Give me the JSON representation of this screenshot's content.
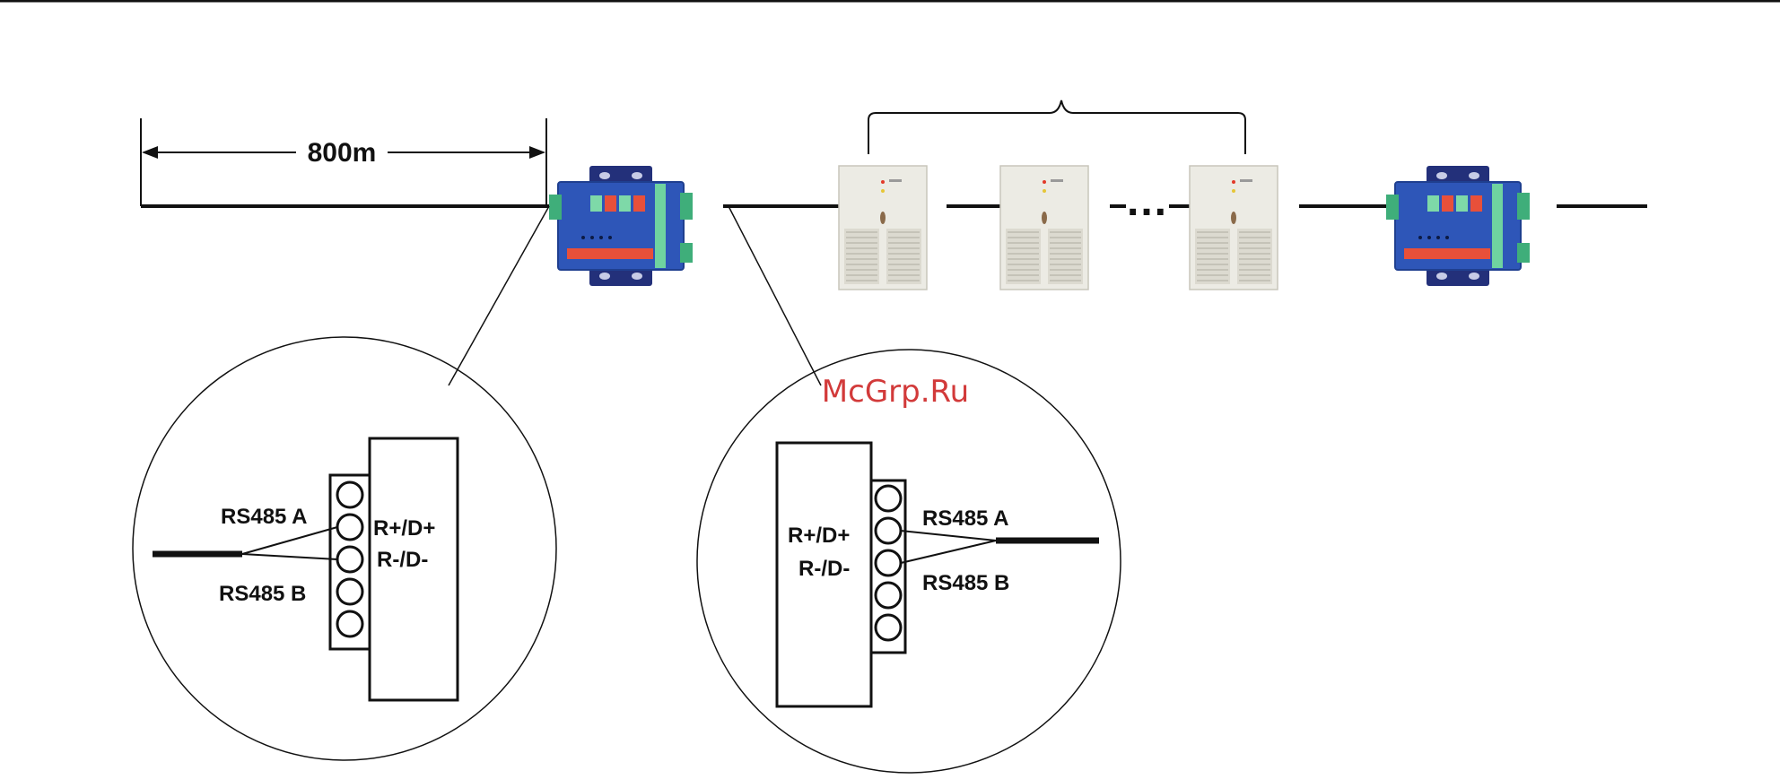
{
  "diagram": {
    "distance_label": "800m",
    "ellipsis": "...",
    "watermark": "McGrp.Ru",
    "left_detail": {
      "rs485_a": "RS485 A",
      "rs485_b": "RS485 B",
      "r_plus": "R+/D+",
      "r_minus": "R-/D-"
    },
    "right_detail": {
      "rs485_a": "RS485 A",
      "rs485_b": "RS485 B",
      "r_plus": "R+/D+",
      "r_minus": "R-/D-"
    }
  },
  "colors": {
    "line": "#111111",
    "converter_body": "#2e56b8",
    "converter_bracket": "#23307a",
    "converter_green": "#7ed9a8",
    "converter_red": "#e8503a",
    "terminal_green": "#3fae7a",
    "unit_body": "#ecebe4",
    "unit_grille": "#d5d3c9",
    "led_red": "#e23a2a",
    "led_yellow": "#e6c637"
  }
}
